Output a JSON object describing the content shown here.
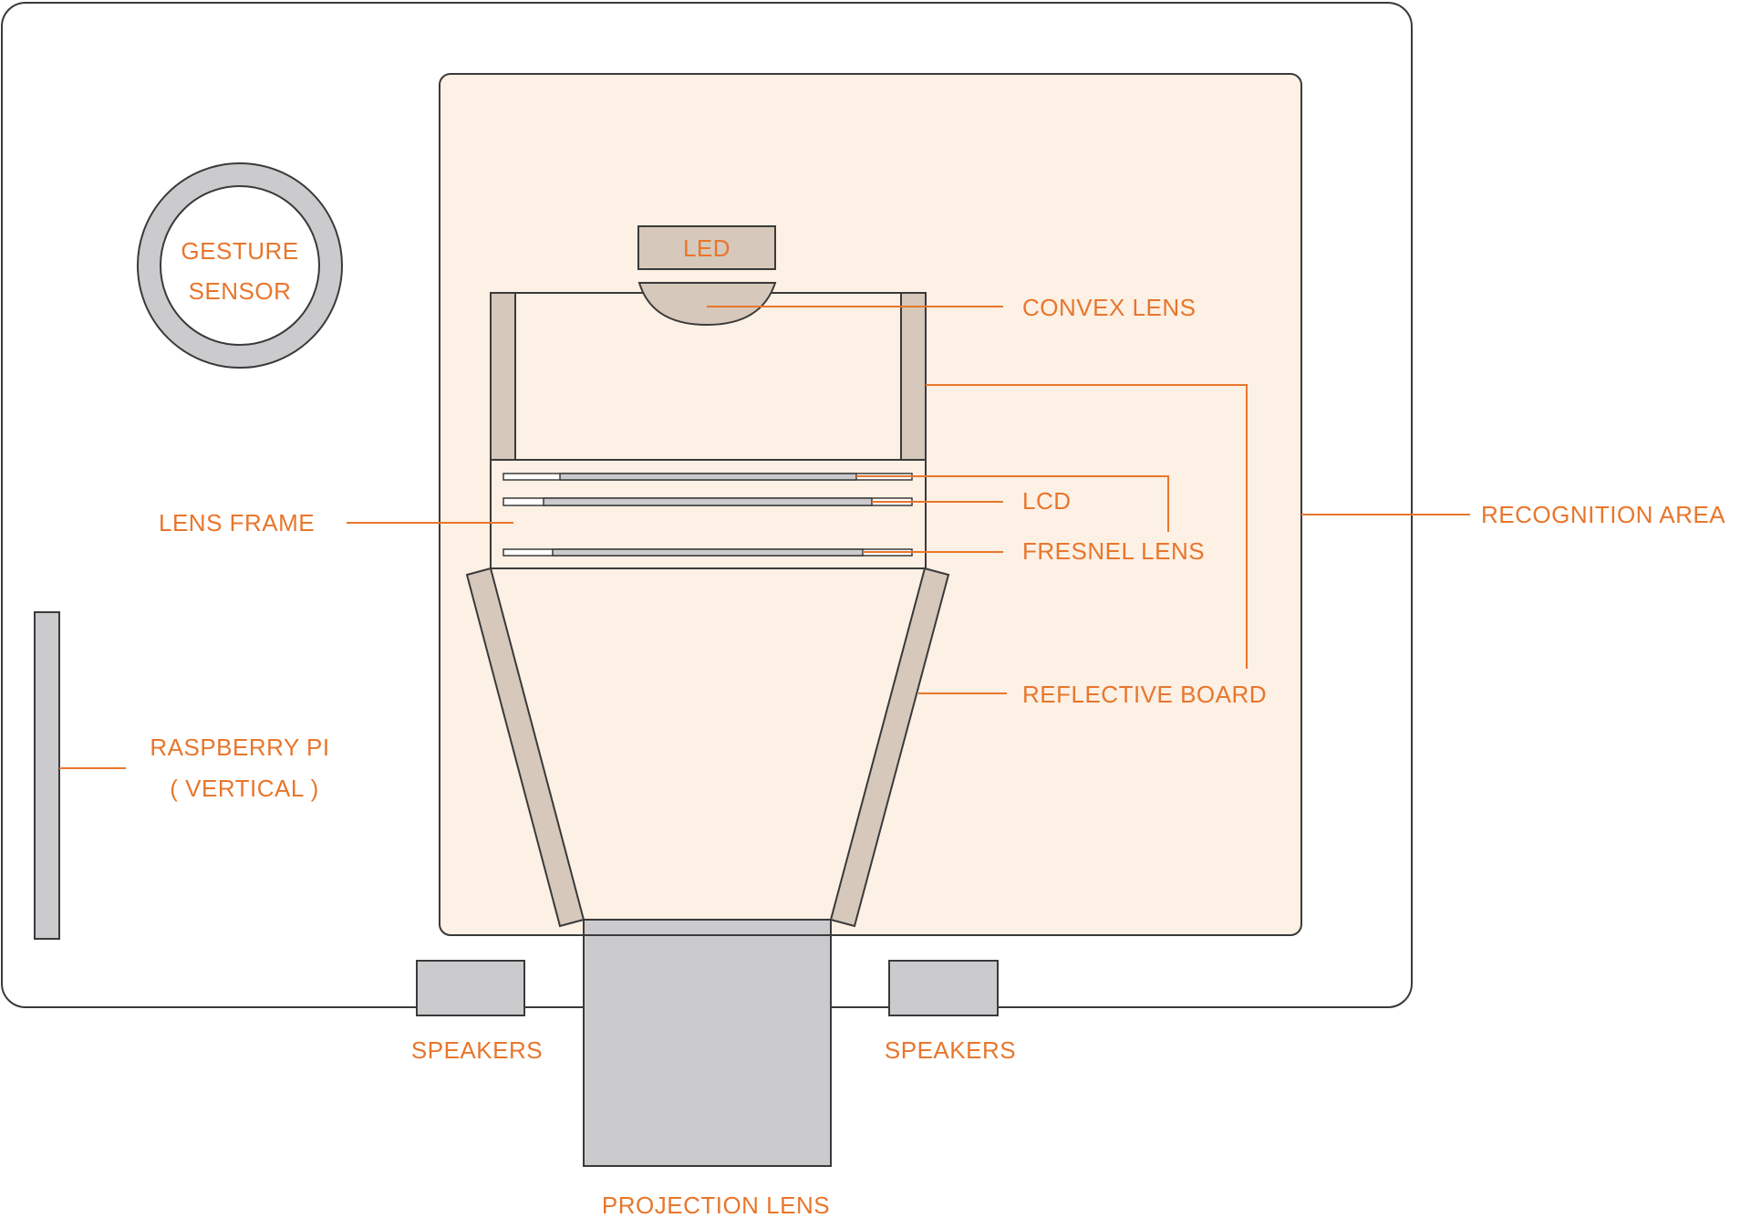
{
  "colors": {
    "accent": "#e8762c",
    "outline": "#3a3a3a",
    "recognition_fill": "#fdf0e4",
    "component_fill": "#d6c8ba",
    "gray_part": "#cbcbcd"
  },
  "labels": {
    "gesture_sensor": [
      "GESTURE",
      "SENSOR"
    ],
    "led": "LED",
    "convex_lens": "CONVEX LENS",
    "lcd": "LCD",
    "fresnel_lens": "FRESNEL LENS",
    "lens_frame": "LENS FRAME",
    "recognition_area": "RECOGNITION AREA",
    "reflective_board": "REFLECTIVE BOARD",
    "raspberry_pi": [
      "RASPBERRY PI",
      "( VERTICAL )"
    ],
    "speakers_left": "SPEAKERS",
    "speakers_right": "SPEAKERS",
    "projection_lens": "PROJECTION LENS"
  }
}
